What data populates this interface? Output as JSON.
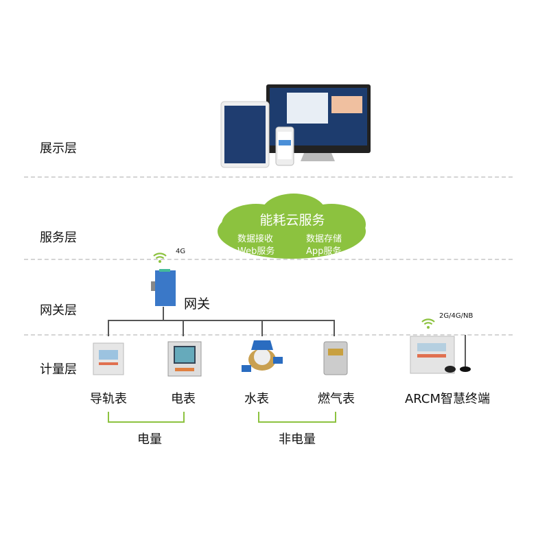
{
  "layers": {
    "display": "展示层",
    "service": "服务层",
    "gateway": "网关层",
    "metering": "计量层"
  },
  "cloud": {
    "title": "能耗云服务",
    "items": [
      "数据接收",
      "数据存储",
      "Web服务",
      "App服务"
    ],
    "color": "#8cc23f"
  },
  "gateway": {
    "label": "网关",
    "network": "4G"
  },
  "meters": [
    "导轨表",
    "电表",
    "水表",
    "燃气表"
  ],
  "terminal": {
    "label": "ARCM智慧终端",
    "network": "2G/4G/NB"
  },
  "groups": [
    "电量",
    "非电量"
  ]
}
